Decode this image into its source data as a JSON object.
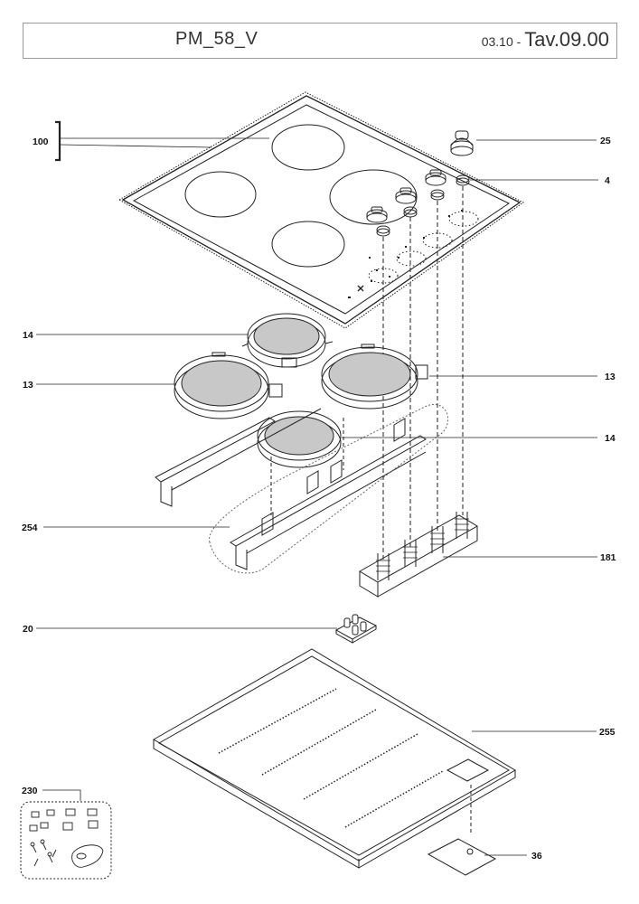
{
  "header": {
    "model": "PM_58_V",
    "date": "03.10",
    "separator": " - ",
    "table": "Tav.09.00"
  },
  "labels": {
    "l100": "100",
    "l25": "25",
    "l4": "4",
    "l14a": "14",
    "l13a": "13",
    "l13b": "13",
    "l14b": "14",
    "l254": "254",
    "l181": "181",
    "l20": "20",
    "l255": "255",
    "l230": "230",
    "l36": "36"
  }
}
